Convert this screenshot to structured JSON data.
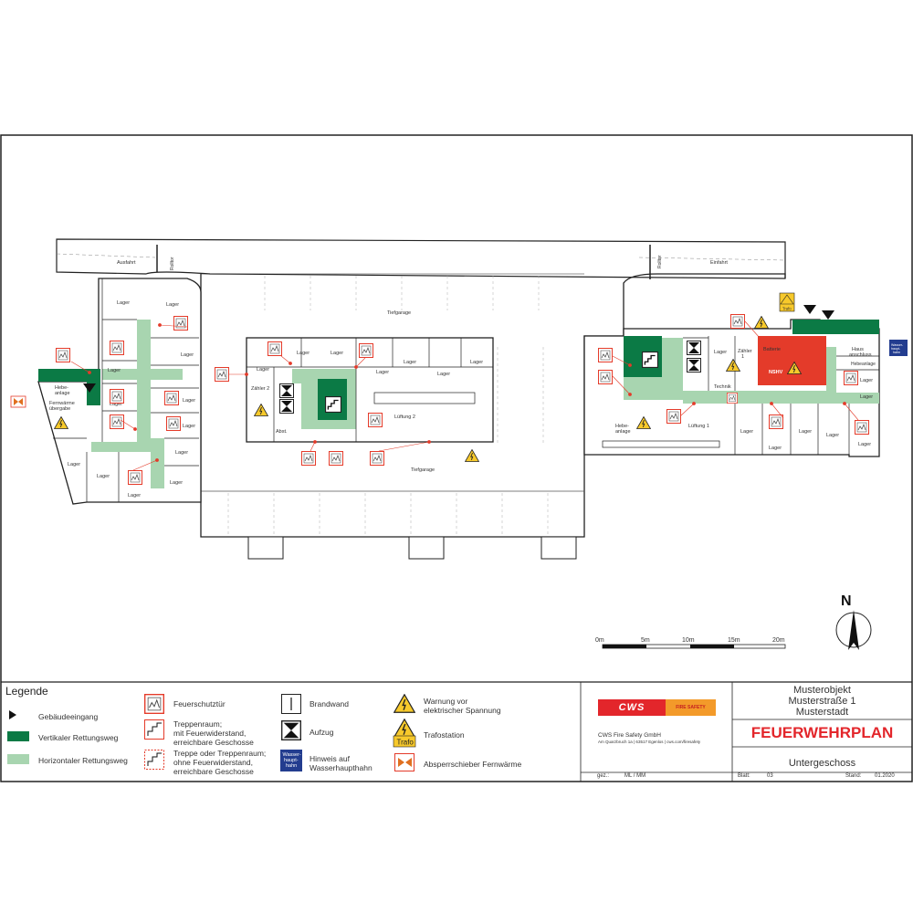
{
  "plan": {
    "labels": {
      "ausfahrt": "Ausfahrt",
      "einfahrt": "Einfahrt",
      "rolltor_left": "Rolltor",
      "rolltor_right": "Rolltor",
      "tiefgarage_top": "Tiefgarage",
      "tiefgarage_bottom": "Tiefgarage",
      "lager": "Lager",
      "hebeanlage_left": "Hebe-\nanlage",
      "hebeanlage_right": "Hebe-\nanlage",
      "hebeanlage_far": "Hebeanlage",
      "fernwaerme": "Fernwärme\nübergabe",
      "zaehler2": "Zähler 2",
      "zaehler1": "Zähler\n1",
      "abst": "Abst.",
      "lueftung2": "Lüftung 2",
      "lueftung1": "Lüftung 1",
      "batterie": "Batterie",
      "nshv": "NSHV",
      "technik": "Technik",
      "hausanschluss": "Haus\nanschluss",
      "wasser_tag": "Wasser-\nhaupt-\nhahn",
      "trafo": "Trafo"
    },
    "north": "N",
    "scale": [
      "0m",
      "5m",
      "10m",
      "15m",
      "20m"
    ]
  },
  "legend": {
    "title": "Legende",
    "items": {
      "gebaeudeeingang": "Gebäudeeingang",
      "vertikal": "Vertikaler Rettungsweg",
      "horizontal": "Horizontaler Rettungsweg",
      "feuerschutztuer": "Feuerschutztür",
      "treppenraum": "Treppenraum;\nmit Feuerwiderstand,\nerreichbare Geschosse",
      "treppe_ohne": "Treppe oder Treppenraum;\nohne Feuerwiderstand,\nerreichbare Geschosse",
      "brandwand": "Brandwand",
      "aufzug": "Aufzug",
      "wasserhahn": "Hinweis auf\nWasserhaupthahn",
      "wasser_symbol": "Wasser-\nhaupt-\nhahn",
      "warnung": "Warnung vor\nelektrischer Spannung",
      "trafostation": "Trafostation",
      "trafo_symbol": "Trafo",
      "absperrschieber": "Absperrschieber Fernwärme"
    }
  },
  "company": {
    "logo": "CWS",
    "tagline": "FIRE SAFETY",
    "name": "CWS Fire Safety GmbH",
    "address": "Am Quarzbruch 1a | 63517 Egenlos | cws.com/firesafety",
    "gez_label": "gez.:",
    "gez_value": "ML / MM"
  },
  "titleblock": {
    "object": "Musterobjekt",
    "street": "Musterstraße 1",
    "city": "Musterstadt",
    "title": "FEUERWEHRPLAN",
    "floor": "Untergeschoss",
    "blatt_label": "Blatt:",
    "blatt_value": "03",
    "stand_label": "Stand:",
    "stand_value": "01.2020"
  },
  "colors": {
    "vertical": "#0b7a45",
    "horizontal": "#a8d5b0",
    "danger_red": "#e43b2a",
    "warning_yellow": "#f7c92b",
    "wasser_blue": "#233d8f",
    "title_red": "#e3262b"
  }
}
